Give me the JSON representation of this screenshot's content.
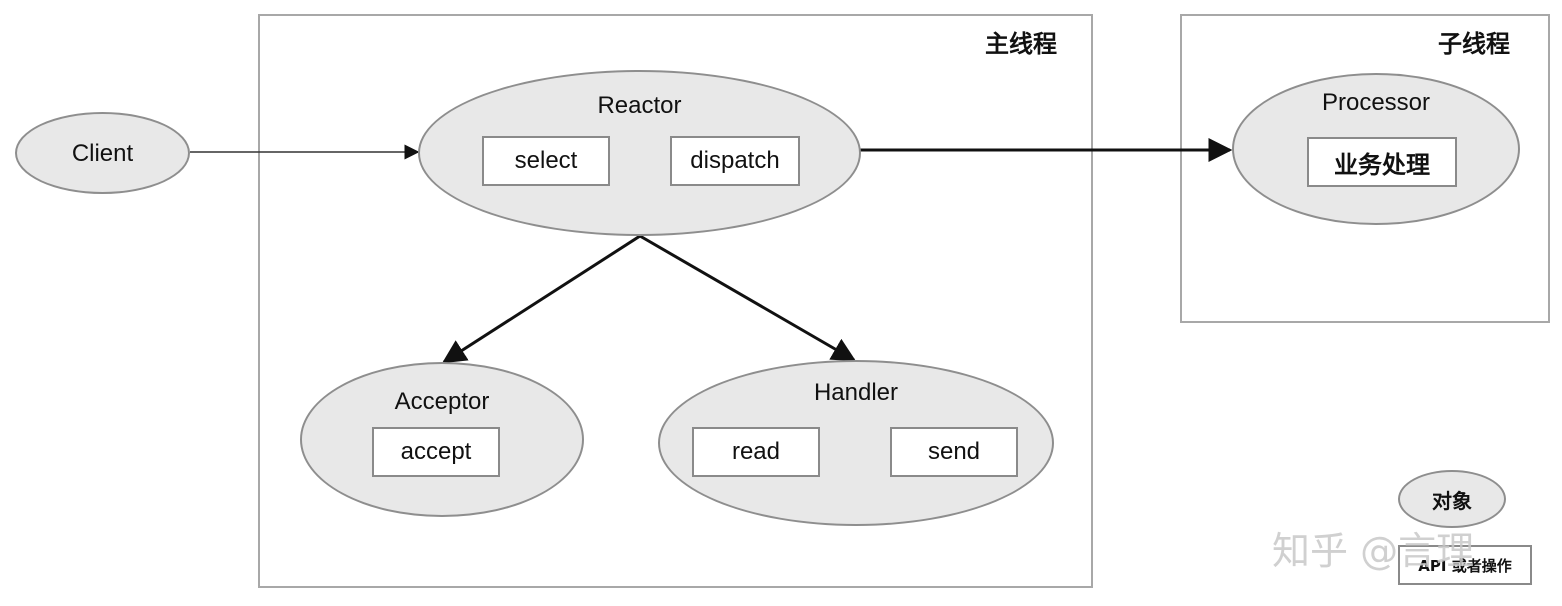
{
  "frames": {
    "main_thread": "主线程",
    "sub_thread": "子线程"
  },
  "nodes": {
    "client": {
      "label": "Client"
    },
    "reactor": {
      "label": "Reactor",
      "ops": [
        "select",
        "dispatch"
      ]
    },
    "processor": {
      "label": "Processor",
      "ops": [
        "业务处理"
      ]
    },
    "acceptor": {
      "label": "Acceptor",
      "ops": [
        "accept"
      ]
    },
    "handler": {
      "label": "Handler",
      "ops": [
        "read",
        "send"
      ]
    }
  },
  "edges": [
    {
      "from": "client",
      "to": "reactor"
    },
    {
      "from": "reactor",
      "to": "processor"
    },
    {
      "from": "reactor",
      "to": "acceptor"
    },
    {
      "from": "reactor",
      "to": "handler"
    }
  ],
  "legend": {
    "object": "对象",
    "api_or_operation": "API 或者操作"
  },
  "watermark": "知乎 @言理"
}
